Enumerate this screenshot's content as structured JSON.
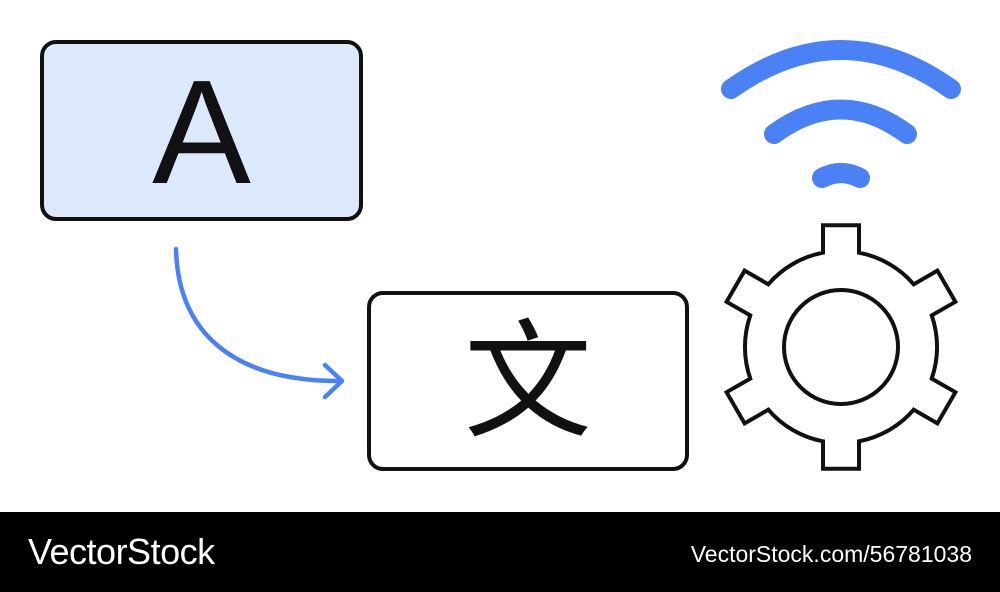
{
  "illustration": {
    "source_glyph": "A",
    "target_glyph": "文",
    "icons": [
      "curved-arrow-icon",
      "wifi-signal-icon",
      "gear-icon"
    ],
    "colors": {
      "accent_blue": "#4a82f5",
      "source_box_fill": "#dce8fb",
      "outline": "#111111"
    }
  },
  "footer": {
    "brand": "VectorStock",
    "image_ref": "VectorStock.com/56781038"
  }
}
